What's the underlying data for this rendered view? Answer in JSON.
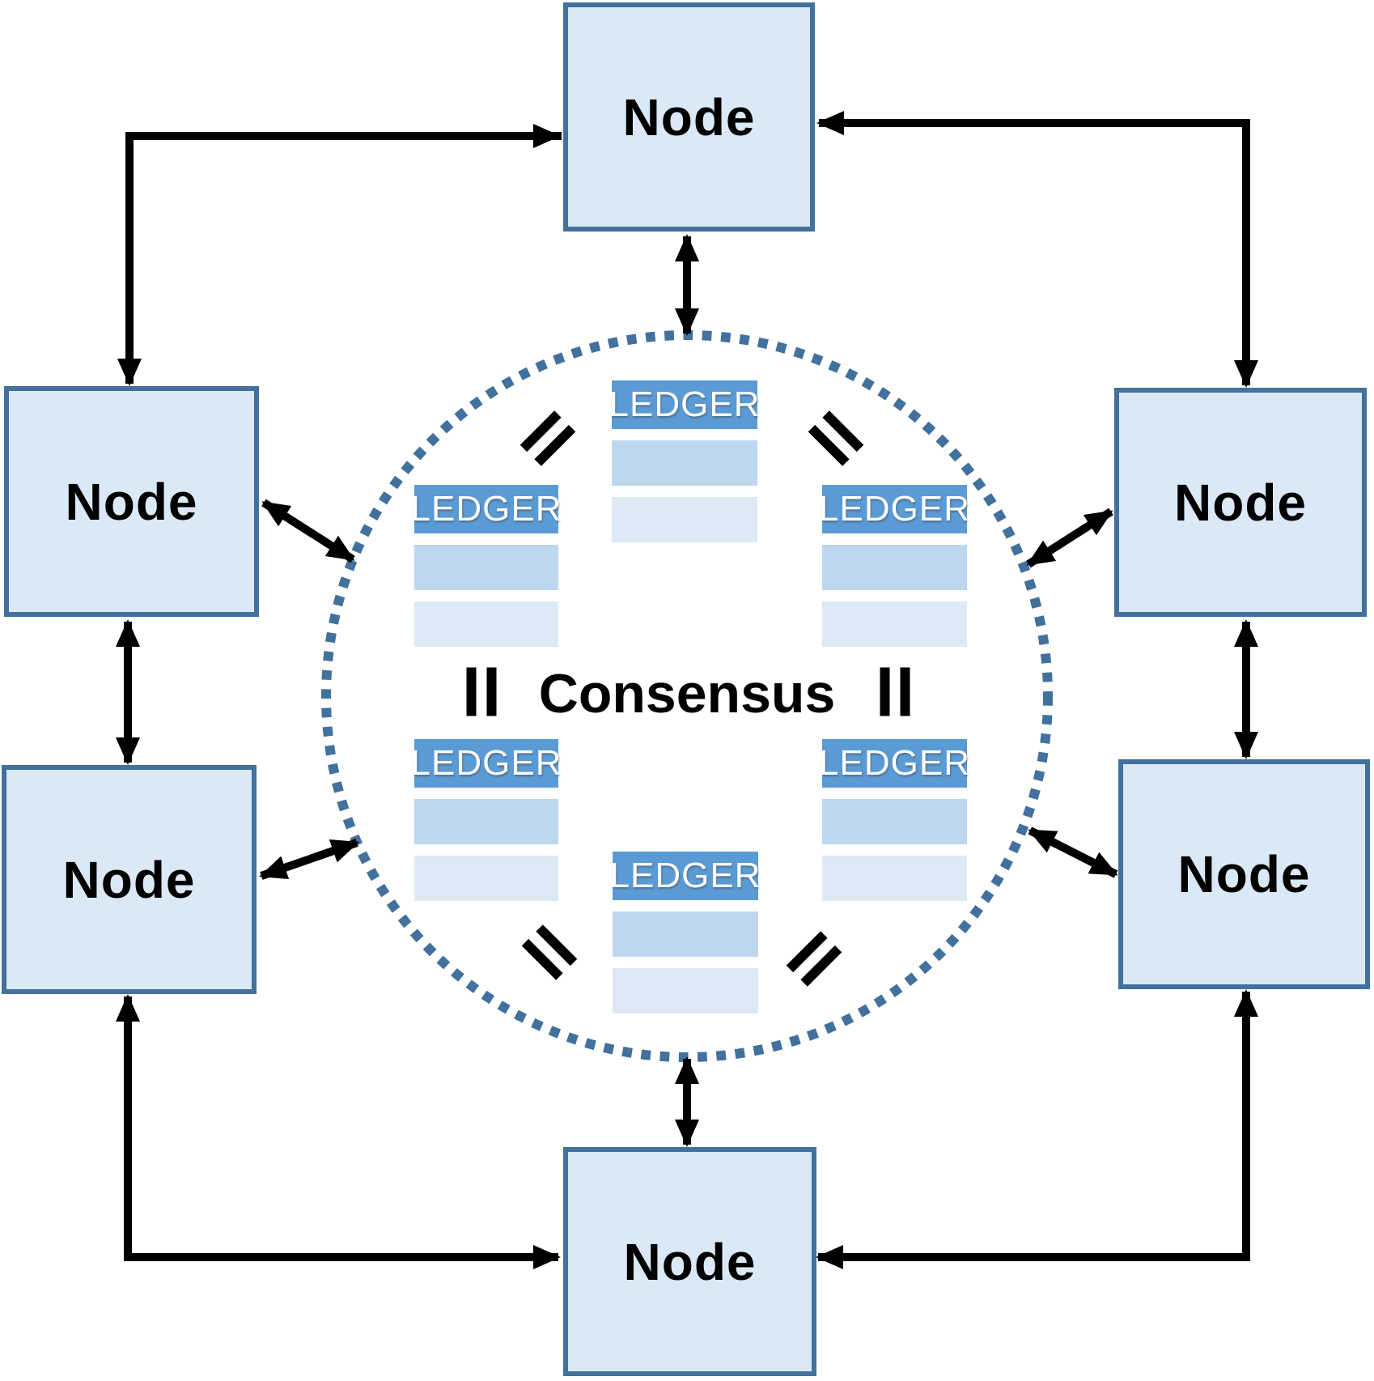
{
  "diagram": {
    "consensus_label": "Consensus",
    "nodes": [
      {
        "position": "top",
        "label": "Node"
      },
      {
        "position": "upper-left",
        "label": "Node"
      },
      {
        "position": "upper-right",
        "label": "Node"
      },
      {
        "position": "lower-left",
        "label": "Node"
      },
      {
        "position": "lower-right",
        "label": "Node"
      },
      {
        "position": "bottom",
        "label": "Node"
      }
    ],
    "ledgers": [
      {
        "position": "top",
        "label": "LEDGER"
      },
      {
        "position": "upper-left",
        "label": "LEDGER"
      },
      {
        "position": "upper-right",
        "label": "LEDGER"
      },
      {
        "position": "lower-left",
        "label": "LEDGER"
      },
      {
        "position": "lower-right",
        "label": "LEDGER"
      },
      {
        "position": "bottom",
        "label": "LEDGER"
      }
    ],
    "colors": {
      "node_fill": "#dbe8f5",
      "node_border": "#41719c",
      "node_text": "#000000",
      "ledger_header": "#5b9bd5",
      "ledger_text": "#ffffff",
      "ledger_row_mid": "#bdd7ee",
      "ledger_row_light": "#dde9f5",
      "circle_dot": "#41719c",
      "arrow": "#000000"
    }
  }
}
